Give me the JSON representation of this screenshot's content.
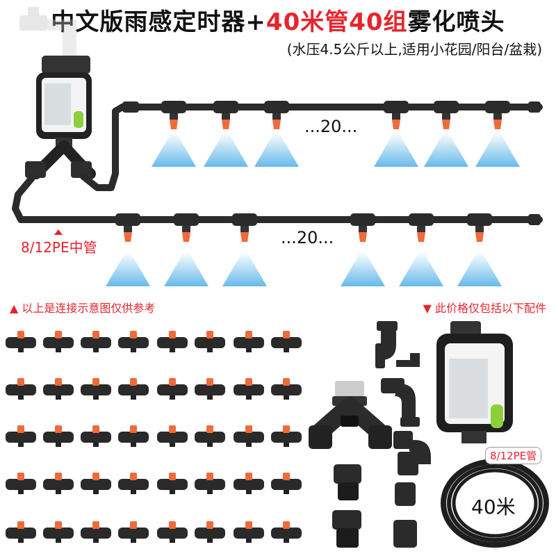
{
  "header": {
    "title_part1": "中文版雨感定时器+",
    "title_part2": "40米管40组",
    "title_part3": "雾化喷头",
    "subtitle": "(水压4.5公斤以上,适用小花园/阳台/盆栽)"
  },
  "diagram": {
    "dots_top": "...20...",
    "dots_bottom": "...20...",
    "pe_pipe_label": "8/12PE中管"
  },
  "notes": {
    "left": "▲ 以上是连接示意图仅供参考",
    "right": "▼ 此价格仅包括以下配件"
  },
  "parts": {
    "tube_label": "8/12PE管",
    "tube_length": "40米"
  },
  "colors": {
    "accent_red": "#e8242c",
    "nozzle_orange": "#f06a3a",
    "mist_blue": "#7cc4ee",
    "pipe_black": "#2b2b2b"
  }
}
